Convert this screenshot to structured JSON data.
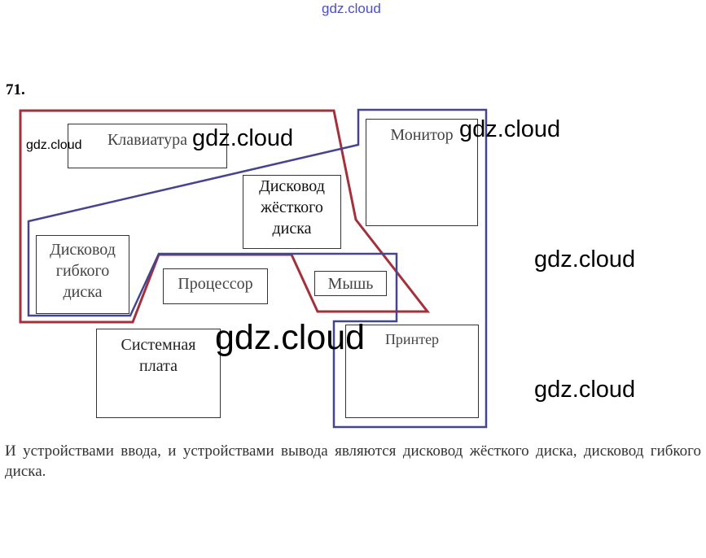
{
  "header": {
    "watermark": "gdz.cloud"
  },
  "task": {
    "number": "71."
  },
  "diagram": {
    "devices": {
      "keyboard": "Клавиатура",
      "monitor": "Монитор",
      "hdd": [
        "Дисковод",
        "жёсткого",
        "диска"
      ],
      "fdd": [
        "Дисковод",
        "гибкого",
        "диска"
      ],
      "cpu": "Процессор",
      "mouse": "Мышь",
      "motherboard": [
        "Системная",
        "плата"
      ],
      "printer": "Принтер"
    },
    "colors": {
      "input_outline": "#a3303a",
      "output_outline": "#45458f"
    }
  },
  "watermarks": [
    "gdz.cloud",
    "gdz.cloud",
    "gdz.cloud",
    "gdz.cloud",
    "gdz.cloud",
    "gdz.cloud"
  ],
  "answer": {
    "text": "И устройствами ввода, и устройствами вывода являются дисковод жёсткого диска, дисковод гибкого диска."
  }
}
